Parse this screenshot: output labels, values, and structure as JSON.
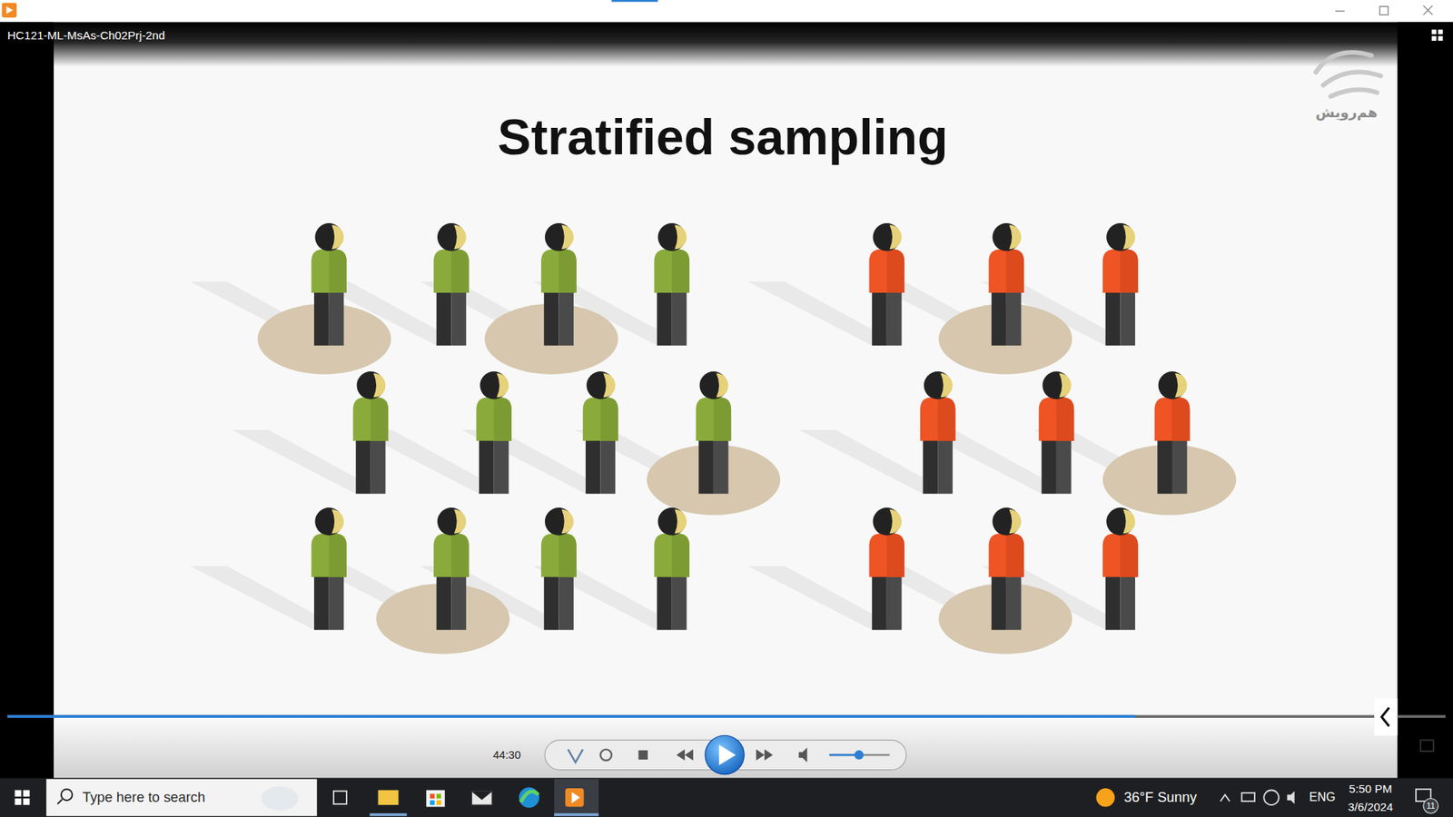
{
  "diagram": {
    "title": "Stratified sampling",
    "labels": [
      "HC121-ML-MsAs-Ch02Prj-2nd",
      "هم‌رویش",
      "44:30",
      "Type here to search",
      "36°F Sunny",
      "ENG",
      "5:50 PM",
      "3/6/2024",
      "11"
    ]
  }
}
